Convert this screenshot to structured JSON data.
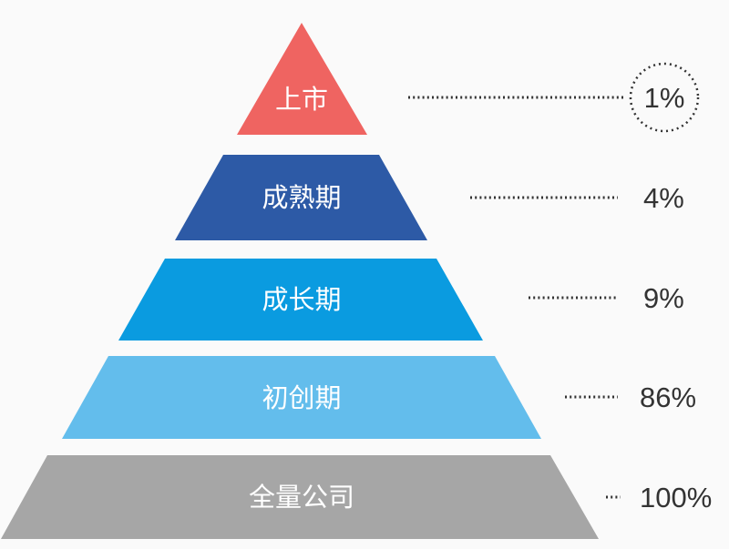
{
  "pyramid": {
    "tiers": [
      {
        "label": "上市",
        "percent": "1%",
        "color": "#ef6461",
        "highlighted": true
      },
      {
        "label": "成熟期",
        "percent": "4%",
        "color": "#2d5aa6",
        "highlighted": false
      },
      {
        "label": "成长期",
        "percent": "9%",
        "color": "#0a9be0",
        "highlighted": false
      },
      {
        "label": "初创期",
        "percent": "86%",
        "color": "#63bdec",
        "highlighted": false
      },
      {
        "label": "全量公司",
        "percent": "100%",
        "color": "#a6a6a6",
        "highlighted": false
      }
    ]
  }
}
